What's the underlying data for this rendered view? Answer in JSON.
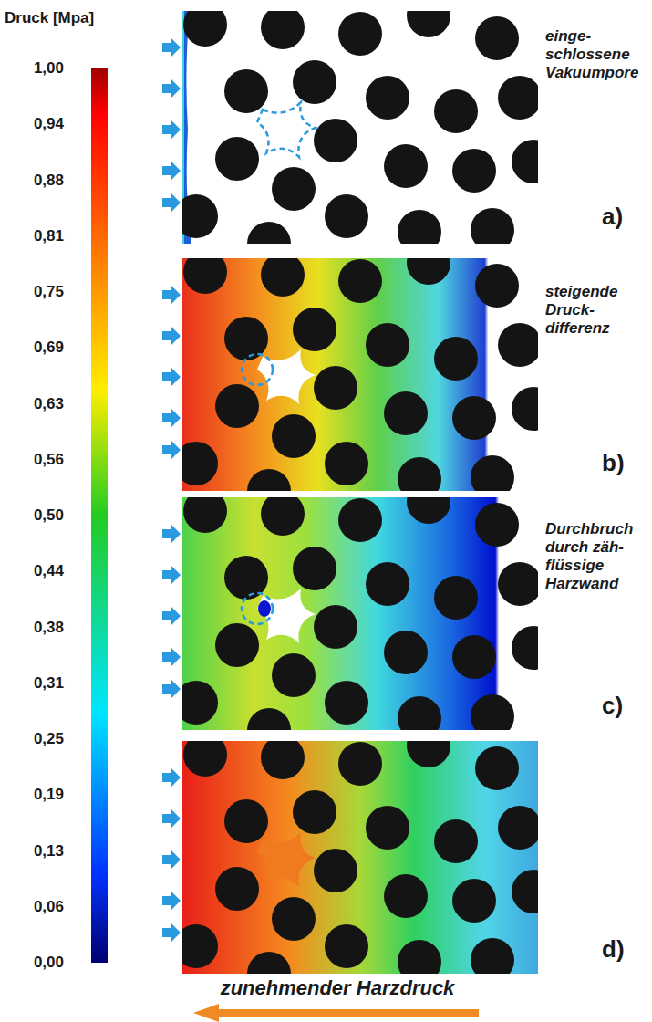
{
  "diagram": {
    "labels": [
      "Druck [Mpa]",
      "1,00",
      "0,94",
      "0,88",
      "0,81",
      "0,75",
      "0,69",
      "0,63",
      "0,56",
      "0,50",
      "0,44",
      "0,38",
      "0,31",
      "0,25",
      "0,19",
      "0,13",
      "0,06",
      "0,00",
      "einge- schlossene Vakuumpore",
      "a)",
      "steigende Druck- differenz",
      "b)",
      "Durchbruch durch zäh- flüssige Harzwand",
      "c)",
      "d)",
      "zunehmender Harzdruck"
    ]
  }
}
